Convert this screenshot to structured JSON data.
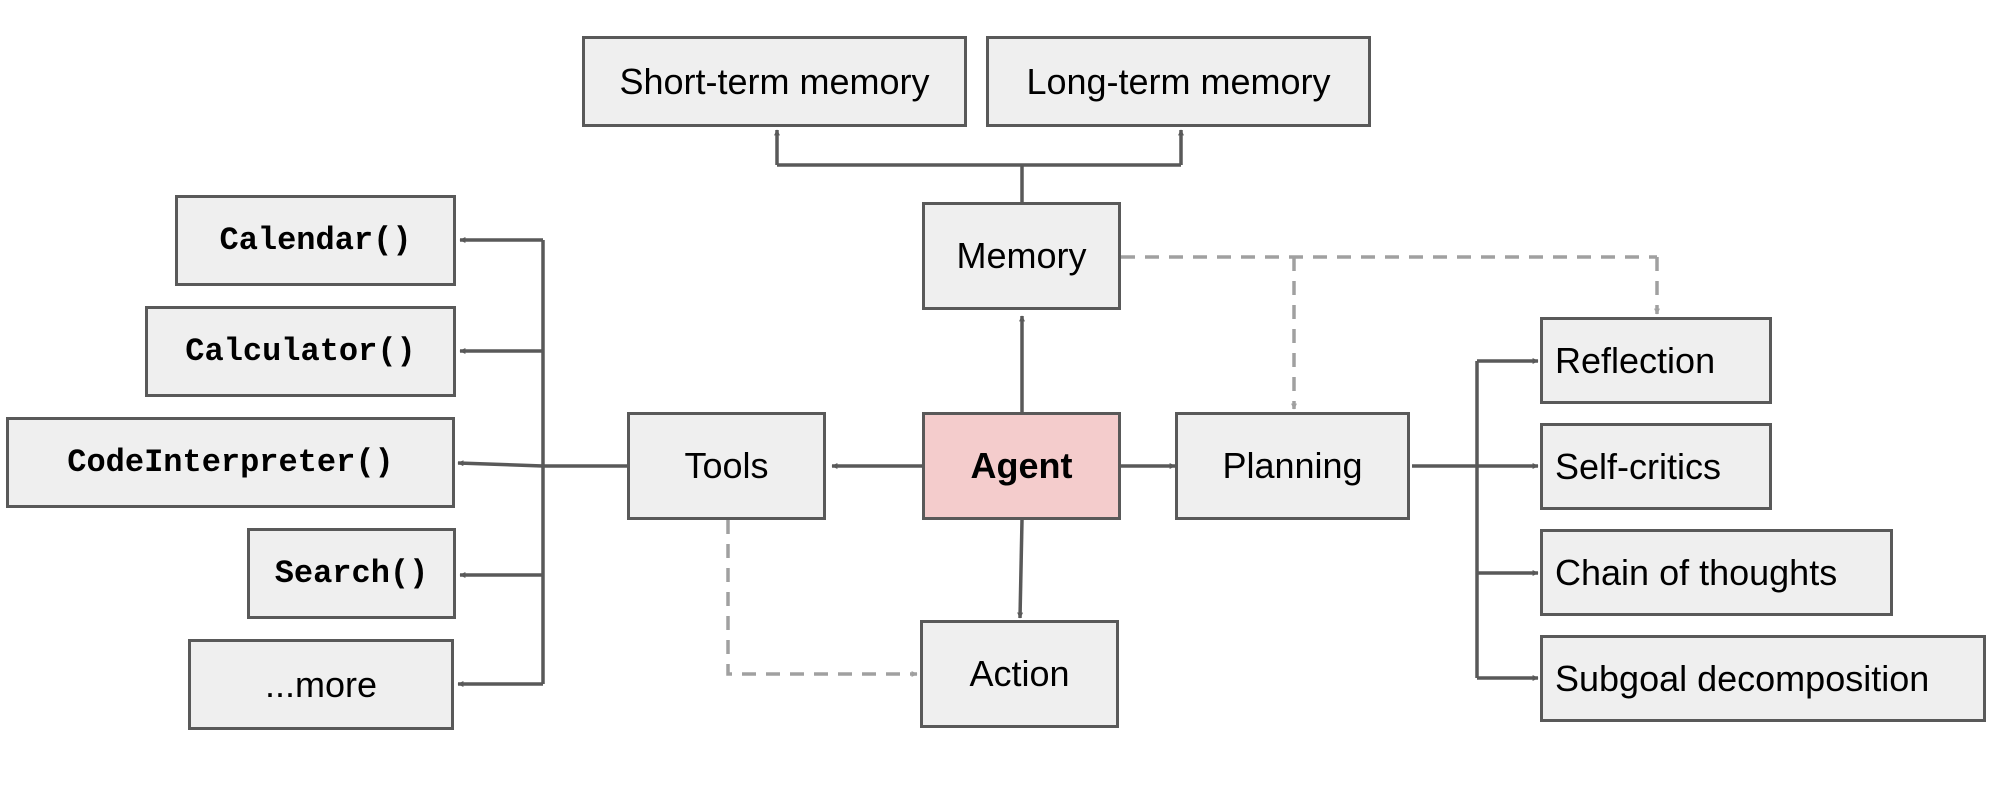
{
  "nodes": {
    "short_term_memory": "Short-term memory",
    "long_term_memory": "Long-term memory",
    "memory": "Memory",
    "agent": "Agent",
    "tools": "Tools",
    "planning": "Planning",
    "action": "Action",
    "calendar": "Calendar()",
    "calculator": "Calculator()",
    "code_interpreter": "CodeInterpreter()",
    "search": "Search()",
    "more": "...more",
    "reflection": "Reflection",
    "self_critics": "Self-critics",
    "chain_of_thoughts": "Chain of thoughts",
    "subgoal_decomposition": "Subgoal decomposition"
  },
  "colors": {
    "node_fill": "#efefef",
    "agent_fill": "#f4cccc",
    "solid_edge": "#595959",
    "dashed_edge": "#a0a0a0"
  }
}
